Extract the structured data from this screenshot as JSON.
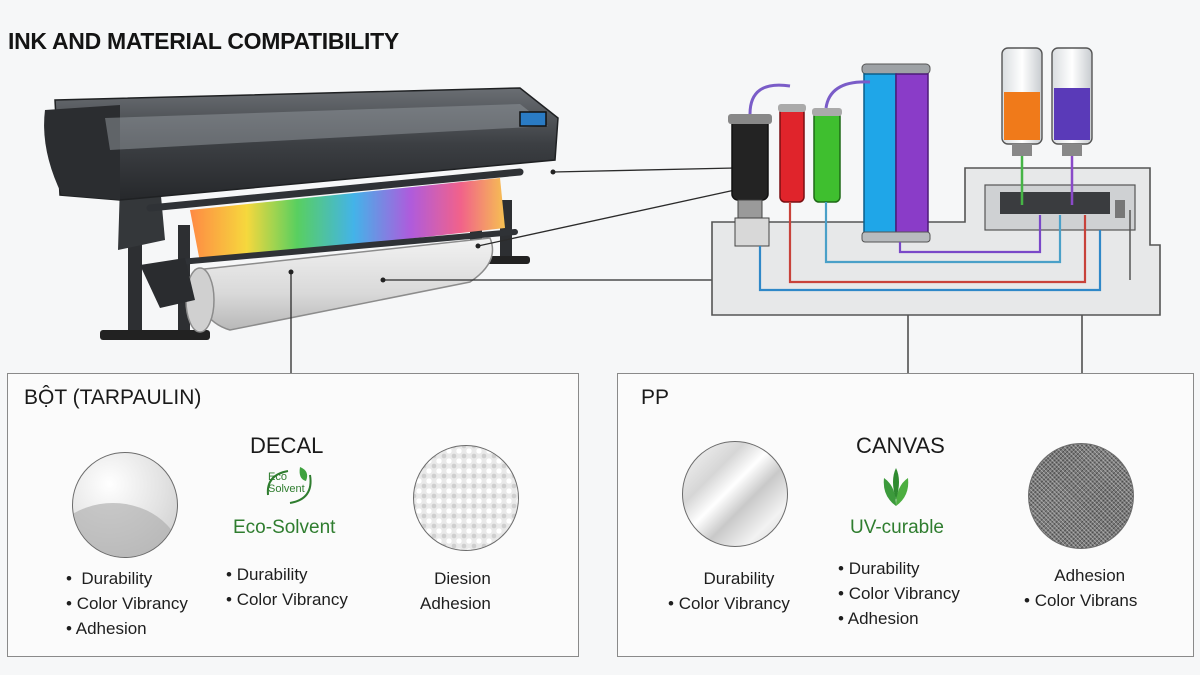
{
  "title": "INK AND MATERIAL COMPATIBILITY",
  "left_panel": {
    "heading": "BỘT (TARPAULIN)",
    "sub_heading": "DECAL",
    "badge_text_1": "Eco",
    "badge_text_2": "Solvent",
    "ink_label": "Eco-Solvent",
    "col1": [
      "Durability",
      "Color Vibrancy",
      "Adhesion"
    ],
    "col2": [
      "Durability",
      "Color Vibrancy"
    ],
    "col3": [
      "Diesion",
      "Adhesion"
    ]
  },
  "right_panel": {
    "heading": "PP",
    "sub_heading": "CANVAS",
    "ink_label": "UV-curable",
    "col1": [
      "Durability",
      "Color Vibrancy"
    ],
    "col2": [
      "Durability",
      "Color Vibrancy",
      "Adhesion"
    ],
    "col3": [
      "Adhesion",
      "Color Vibrans"
    ]
  },
  "colors": {
    "eco_green": "#2f7d2f",
    "ink_black": "#222222",
    "ink_red": "#e0242b",
    "ink_green": "#3fbf2f",
    "ink_cyan": "#1fa6e8",
    "ink_purple": "#8a3cc8",
    "ink_orange": "#f07a1a",
    "ink_violet": "#5a3ab8"
  }
}
